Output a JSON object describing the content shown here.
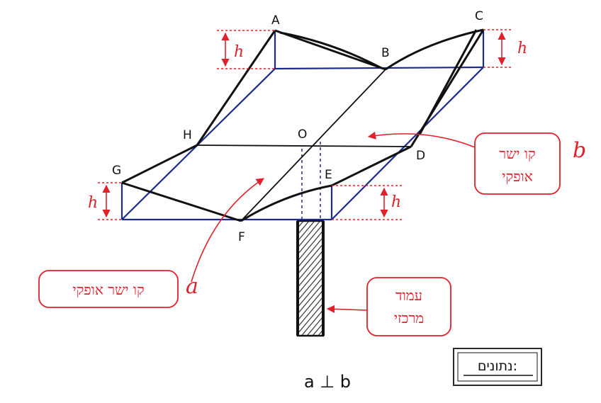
{
  "points": {
    "A": "A",
    "B": "B",
    "C": "C",
    "D": "D",
    "E": "E",
    "F": "F",
    "G": "G",
    "H": "H",
    "O": "O"
  },
  "height_labels": [
    "h",
    "h",
    "h",
    "h"
  ],
  "line_labels": {
    "a": "a",
    "b": "b"
  },
  "callouts": {
    "line_a": "קו ישר אופקי",
    "line_b_line1": "קו ישר",
    "line_b_line2": "אופקי",
    "pillar_line1": "עמוד",
    "pillar_line2": "מרכזי"
  },
  "given_label": "נתונים:",
  "given_statement": "a ⊥ b",
  "colors": {
    "ink": "#111111",
    "base": "#1b2a8c",
    "annotation": "#e0202a"
  }
}
